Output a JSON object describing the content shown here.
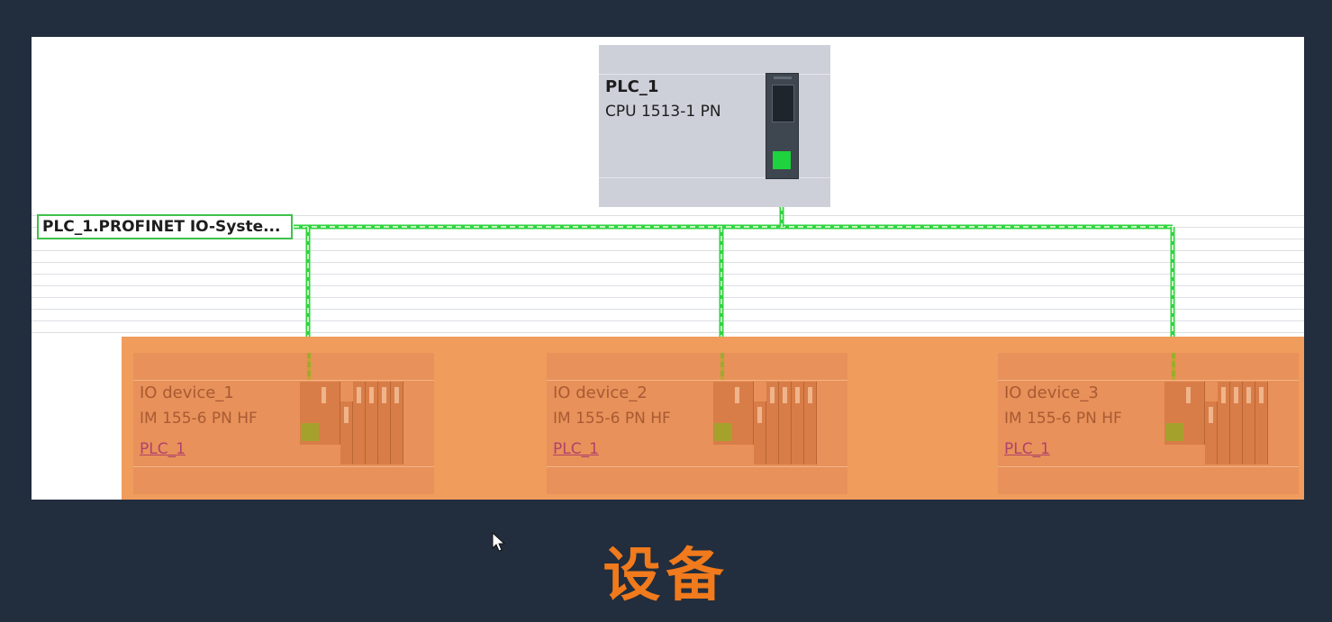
{
  "network": {
    "label": "PLC_1.PROFINET IO-Syste..."
  },
  "plc": {
    "name": "PLC_1",
    "type": "CPU 1513-1 PN"
  },
  "devices": [
    {
      "name": "IO device_1",
      "type": "IM 155-6 PN HF",
      "controller": "PLC_1"
    },
    {
      "name": "IO device_2",
      "type": "IM 155-6 PN HF",
      "controller": "PLC_1"
    },
    {
      "name": "IO device_3",
      "type": "IM 155-6 PN HF",
      "controller": "PLC_1"
    }
  ],
  "caption": "设备",
  "colors": {
    "background": "#222d3d",
    "network_line": "#2fd43f",
    "selection": "#f09c5c",
    "caption": "#f07a1c"
  }
}
